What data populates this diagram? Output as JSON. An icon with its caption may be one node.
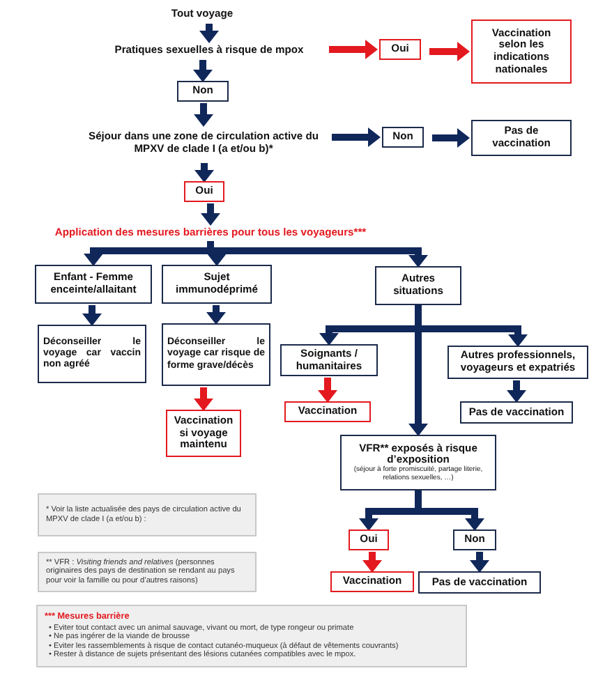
{
  "diagram": {
    "nodes": [
      {
        "text": [
          "Tout voyage"
        ]
      },
      {
        "text": [
          "Pratiques sexuelles à risque de mpox"
        ]
      },
      {
        "text": [
          "Oui"
        ]
      },
      {
        "text": [
          "Vaccination selon les indications nationales"
        ]
      },
      {
        "text": [
          "Non"
        ]
      },
      {
        "text": [
          "Séjour dans une zone de circulation active du MPXV de clade I (a et/ou b)*"
        ]
      },
      {
        "text": [
          "Non"
        ]
      },
      {
        "text": [
          "Pas de vaccination"
        ]
      },
      {
        "text": [
          "Oui"
        ]
      },
      {
        "text": [
          "Application des mesures barrières pour tous les voyageurs***"
        ]
      },
      {
        "text": [
          "Enfant - Femme enceinte/allaitant"
        ]
      },
      {
        "text": [
          "Sujet immunodéprimé"
        ]
      },
      {
        "text": [
          "Autres situations"
        ]
      },
      {
        "text": [
          "Déconseiller le voyage car vaccin non agréé"
        ]
      },
      {
        "text": [
          "Déconseiller le voyage car risque de forme grave/décès"
        ]
      },
      {
        "text": [
          "Vaccination si voyage maintenu"
        ]
      },
      {
        "text": [
          "Soignants / humanitaires"
        ]
      },
      {
        "text": [
          "Autres professionnels, voyageurs et expatriés"
        ]
      },
      {
        "text": [
          "Vaccination"
        ]
      },
      {
        "text": [
          "Pas de vaccination"
        ]
      },
      {
        "text": [
          "VFR** exposés à risque d’exposition",
          "(séjour à forte promiscuité, partage literie, relations sexuelles, …)"
        ]
      },
      {
        "text": [
          "Oui"
        ]
      },
      {
        "text": [
          "Non"
        ]
      },
      {
        "text": [
          "Vaccination"
        ]
      },
      {
        "text": [
          "Pas de vaccination"
        ]
      },
      {
        "text": [
          "* Voir la liste actualisée des pays de circulation active du MPXV de clade I (a et/ou b) :"
        ]
      },
      {
        "text": [
          "** VFR : *Visiting friends and relatives* (personnes originaires des pays de destination se rendant au pays pour voir la famille ou pour d’autres raisons)"
        ]
      },
      {
        "text": [
          "*** Mesures barrière",
          "• Eviter tout contact avec un animal sauvage, vivant ou mort, de type rongeur ou primate",
          "• Ne pas ingérer de la viande de brousse",
          "• Eviter les rassemblements à risque de contact cutanéo-muqueux (à défaut de vêtements couvrants)",
          "• Rester à distance de sujets présentant des lésions cutanées compatibles avec le mpox."
        ]
      }
    ],
    "edges": [
      {
        "from": 0,
        "to": 1,
        "arrow": "to"
      },
      {
        "from": 1,
        "to": 2,
        "arrow": "to",
        "color": "#e3191f"
      },
      {
        "from": 2,
        "to": 3,
        "arrow": "to",
        "color": "#e3191f"
      },
      {
        "from": 1,
        "to": 4,
        "arrow": "to"
      },
      {
        "from": 4,
        "to": 5,
        "arrow": "to"
      },
      {
        "from": 5,
        "to": 6,
        "arrow": "to"
      },
      {
        "from": 6,
        "to": 7,
        "arrow": "to"
      },
      {
        "from": 5,
        "to": 8,
        "arrow": "to"
      },
      {
        "from": 8,
        "to": 9,
        "arrow": "to"
      },
      {
        "from": 9,
        "to": 10,
        "arrow": "to"
      },
      {
        "from": 9,
        "to": 11,
        "arrow": "to"
      },
      {
        "from": 9,
        "to": 12,
        "arrow": "to"
      },
      {
        "from": 10,
        "to": 13,
        "arrow": "to"
      },
      {
        "from": 11,
        "to": 14,
        "arrow": "to"
      },
      {
        "from": 14,
        "to": 15,
        "arrow": "to",
        "color": "#e3191f"
      },
      {
        "from": 12,
        "to": 16,
        "arrow": "to"
      },
      {
        "from": 12,
        "to": 20,
        "arrow": "to"
      },
      {
        "from": 12,
        "to": 17,
        "arrow": "to"
      },
      {
        "from": 16,
        "to": 18,
        "arrow": "to",
        "color": "#e3191f"
      },
      {
        "from": 17,
        "to": 19,
        "arrow": "to"
      },
      {
        "from": 20,
        "to": 21,
        "arrow": "to"
      },
      {
        "from": 20,
        "to": 22,
        "arrow": "to"
      },
      {
        "from": 21,
        "to": 23,
        "arrow": "to",
        "color": "#e3191f"
      },
      {
        "from": 22,
        "to": 24,
        "arrow": "to"
      }
    ]
  }
}
